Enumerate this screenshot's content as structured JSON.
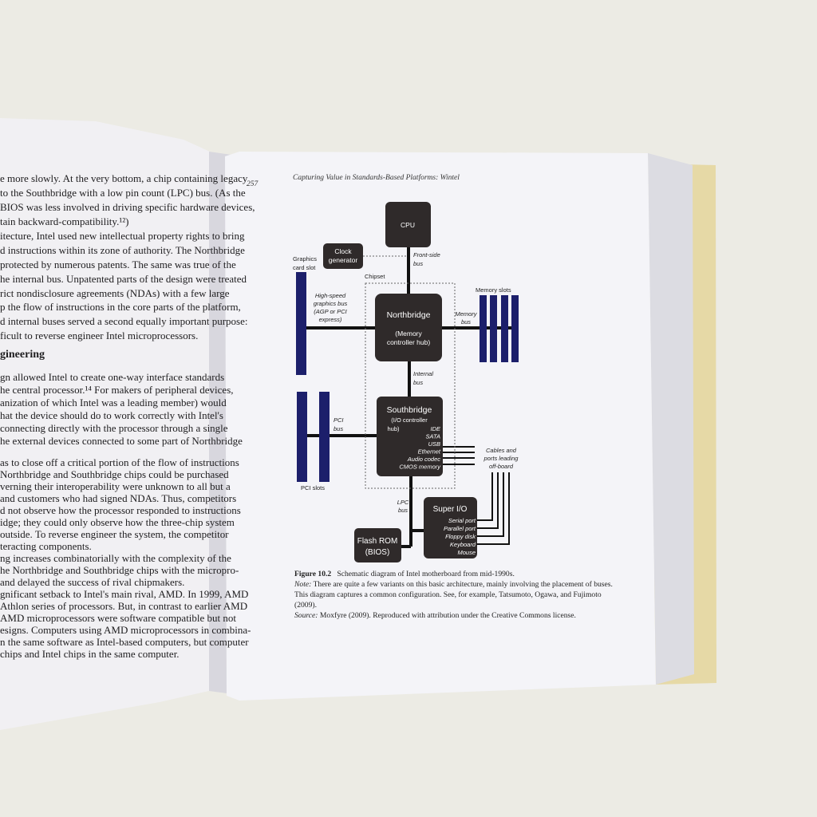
{
  "left_page": {
    "lines_top": [
      "e more slowly. At the very bottom, a chip containing legacy",
      "to the Southbridge with a low pin count (LPC) bus. (As the",
      "BIOS was less involved in driving specific hardware devices,",
      "tain backward-compatibility.¹²)",
      "itecture, Intel used new intellectual property rights to bring",
      "d instructions within its zone of authority. The Northbridge",
      "protected by numerous patents. The same was true of the",
      "he internal bus. Unpatented parts of the design were treated",
      "rict nondisclosure agreements (NDAs) with a few large",
      "p the flow of instructions in the core parts of the platform,",
      "d internal buses served a second equally important purpose:",
      "ficult to reverse engineer Intel microprocessors."
    ],
    "heading": "gineering",
    "lines_bottom": [
      "gn allowed Intel to create one-way interface standards",
      "he central processor.¹⁴ For makers of peripheral devices,",
      "anization of which Intel was a leading member) would",
      "hat the device should do to work correctly with Intel's",
      " connecting directly with the processor through a single",
      "he external devices connected to some part of Northbridge",
      "as to close off a critical portion of the flow of instructions",
      " Northbridge and Southbridge chips could be purchased",
      "verning their interoperability were unknown to all but a",
      "and customers who had signed NDAs. Thus, competitors",
      "d not observe how the processor responded to instructions",
      "idge; they could only observe how the three-chip system",
      "outside. To reverse engineer the system, the competitor",
      "teracting components.",
      "ng increases combinatorially with the complexity of the",
      "he Northbridge and Southbridge chips with the micropro-",
      " and delayed the success of rival chipmakers.",
      "gnificant setback to Intel's main rival, AMD. In 1999, AMD",
      " Athlon series of processors. But, in contrast to earlier AMD",
      " AMD microprocessors were software compatible but not",
      "esigns. Computers using AMD microprocessors in combina-",
      "n the same software as Intel-based computers, but computer",
      "chips and Intel chips in the same computer."
    ]
  },
  "right_page": {
    "page_number": "257",
    "running_head": "Capturing Value in Standards-Based Platforms: Wintel",
    "diagram": {
      "cpu": "CPU",
      "clock1": "Clock",
      "clock2": "generator",
      "gfx1": "Graphics",
      "gfx2": "card slot",
      "chipset": "Chipset",
      "fsb1": "Front-side",
      "fsb2": "bus",
      "hs1": "High-speed",
      "hs2": "graphics bus",
      "hs3": "(AGP or PCI",
      "hs4": "express)",
      "nb": "Northbridge",
      "nb2": "(Memory",
      "nb3": "controller hub)",
      "mem_slots": "Memory slots",
      "mem1": "Memory",
      "mem2": "bus",
      "ib1": "Internal",
      "ib2": "bus",
      "sb": "Southbridge",
      "sb2": "(I/O controller",
      "sb3": "hub)",
      "sb_ports": [
        "IDE",
        "SATA",
        "USB",
        "Ethernet",
        "Audio codec",
        "CMOS memory"
      ],
      "pci1": "PCI",
      "pci2": "bus",
      "pci_slots": "PCI slots",
      "cables1": "Cables and",
      "cables2": "ports leading",
      "cables3": "off-board",
      "lpc1": "LPC",
      "lpc2": "bus",
      "superio": "Super I/O",
      "superio_ports": [
        "Serial port",
        "Parallel port",
        "Floppy disk",
        "Keyboard",
        "Mouse"
      ],
      "flash1": "Flash ROM",
      "flash2": "(BIOS)"
    },
    "caption": {
      "figure_label": "Figure 10.2",
      "figure_text": "Schematic diagram of Intel motherboard from mid-1990s.",
      "note_label": "Note:",
      "note_line1": "There are quite a few variants on this basic architecture, mainly involving the placement of buses.",
      "note_line2": "This diagram captures a common configuration. See, for example, Tatsumoto, Ogawa, and Fujimoto",
      "note_line3": "(2009).",
      "source_label": "Source:",
      "source_text": "Moxfyre (2009). Reproduced with attribution under the Creative Commons license."
    }
  },
  "colors": {
    "box": "#2f2a2a",
    "slot": "#1c1f6b",
    "page": "#f3f3f6",
    "cover": "#e9dca6"
  }
}
